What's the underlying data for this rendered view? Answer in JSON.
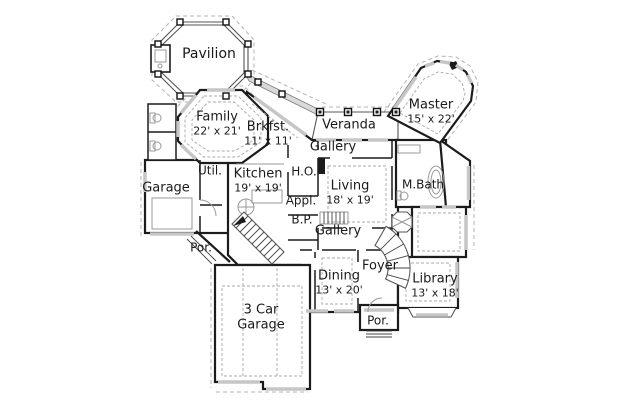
{
  "colors": {
    "background": "#ffffff",
    "walls": "#1c1c1c",
    "window_gray": "#c6c6c6",
    "eave_dash_gray": "#b3b3b3",
    "walkway_fill": "#d9d9d9",
    "text": "#1a1a1a"
  },
  "rooms": [
    {
      "id": "pavilion",
      "line1": "Pavilion",
      "line2": ""
    },
    {
      "id": "family",
      "line1": "Family",
      "line2": "22' x 21'"
    },
    {
      "id": "breakfast",
      "line1": "Brkfst.",
      "line2": "11' x 11'"
    },
    {
      "id": "veranda",
      "line1": "Veranda",
      "line2": ""
    },
    {
      "id": "master",
      "line1": "Master",
      "line2": "15' x 22'"
    },
    {
      "id": "gallery-upper",
      "line1": "Gallery",
      "line2": ""
    },
    {
      "id": "garage",
      "line1": "Garage",
      "line2": ""
    },
    {
      "id": "utility",
      "line1": "Util.",
      "line2": ""
    },
    {
      "id": "kitchen",
      "line1": "Kitchen",
      "line2": "19' x 19'"
    },
    {
      "id": "home-office",
      "line1": "H.O.",
      "line2": ""
    },
    {
      "id": "living",
      "line1": "Living",
      "line2": "18' x 19'"
    },
    {
      "id": "master-bath",
      "line1": "M.Bath",
      "line2": ""
    },
    {
      "id": "appliance",
      "line1": "Appl.",
      "line2": ""
    },
    {
      "id": "butlers-pantry",
      "line1": "B.P.",
      "line2": ""
    },
    {
      "id": "gallery-lower",
      "line1": "Gallery",
      "line2": ""
    },
    {
      "id": "porch-left",
      "line1": "Por.",
      "line2": ""
    },
    {
      "id": "dining",
      "line1": "Dining",
      "line2": "13' x 20'"
    },
    {
      "id": "foyer",
      "line1": "Foyer",
      "line2": ""
    },
    {
      "id": "library",
      "line1": "Library",
      "line2": "13' x 18'"
    },
    {
      "id": "three-car-garage",
      "line1": "3 Car",
      "line2": "Garage"
    },
    {
      "id": "porch-rear",
      "line1": "Por.",
      "line2": ""
    }
  ]
}
